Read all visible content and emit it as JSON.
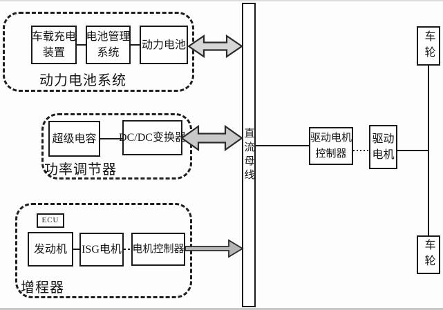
{
  "colors": {
    "line": "#1a1a1a",
    "arrow_fill_light": "#d6d6d6",
    "arrow_fill_mid": "#c9c9c9",
    "arrow_fill_dark": "#b5b5b5",
    "background": "#fdfdfd"
  },
  "battery_system": {
    "group_label": "动力电池系统",
    "charger": {
      "line1": "车载充电",
      "line2": "装置"
    },
    "bms": {
      "line1": "电池管理",
      "line2": "系统"
    },
    "battery": "动力电池"
  },
  "power_regulator": {
    "group_label": "功率调节器",
    "supercap": "超级电容",
    "dcdc": "DC/DC变换器"
  },
  "range_extender": {
    "group_label": "增程器",
    "ecu": "ECU",
    "engine": "发动机",
    "isg": "ISG电机",
    "controller": "电机控制器"
  },
  "dc_bus": {
    "label": "直流母线"
  },
  "drive_system": {
    "controller": {
      "line1": "驱动电机",
      "line2": "控制器"
    },
    "motor": {
      "line1": "驱动",
      "line2": "电机"
    }
  },
  "wheels": {
    "front": "车轮",
    "rear": "车轮"
  }
}
